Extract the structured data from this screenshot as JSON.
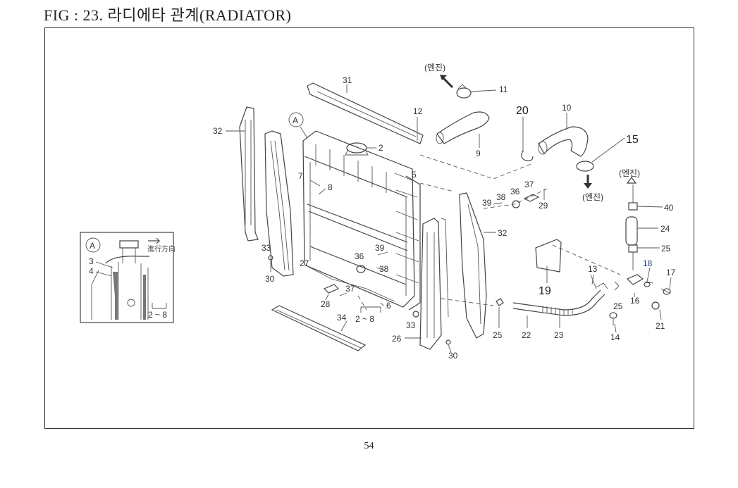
{
  "title": "FIG : 23. 라디에타 관계(RADIATOR)",
  "page_number": "54",
  "callout": {
    "letter": "A",
    "direction_note": "進行方向",
    "labels": [
      "3",
      "4",
      "2 ~ 8"
    ]
  },
  "engine_note": "(엔진)",
  "part_labels": [
    "31",
    "12",
    "11",
    "20",
    "10",
    "15",
    "32",
    "2",
    "5",
    "7",
    "8",
    "9",
    "39",
    "38",
    "36",
    "37",
    "29",
    "40",
    "24",
    "25",
    "18",
    "17",
    "16",
    "21",
    "14",
    "13",
    "19",
    "22",
    "23",
    "26",
    "33",
    "30",
    "27",
    "34",
    "28",
    "6",
    "2 ~ 8"
  ],
  "part_label_strings": {
    "p31": "31",
    "p12": "12",
    "p11": "11",
    "p20": "20",
    "p10": "10",
    "p15": "15",
    "p32a": "32",
    "p32b": "32",
    "p2": "2",
    "p5": "5",
    "p7": "7",
    "p8": "8",
    "p9": "9",
    "p39a": "39",
    "p38a": "38",
    "p36a": "36",
    "p37a": "37",
    "p29": "29",
    "p40": "40",
    "p24": "24",
    "p25a": "25",
    "p18": "18",
    "p17": "17",
    "p16": "16",
    "p21": "21",
    "p25b": "25",
    "p14": "14",
    "p13": "13",
    "p19": "19",
    "p22": "22",
    "p23": "23",
    "p25c": "25",
    "p33a": "33",
    "p30a": "30",
    "p27": "27",
    "p36b": "36",
    "p39b": "39",
    "p38b": "38",
    "p37b": "37",
    "p28": "28",
    "p6": "6",
    "p2to8": "2 ~ 8",
    "p34": "34",
    "p33b": "33",
    "p26": "26",
    "p30b": "30",
    "pA": "A"
  }
}
